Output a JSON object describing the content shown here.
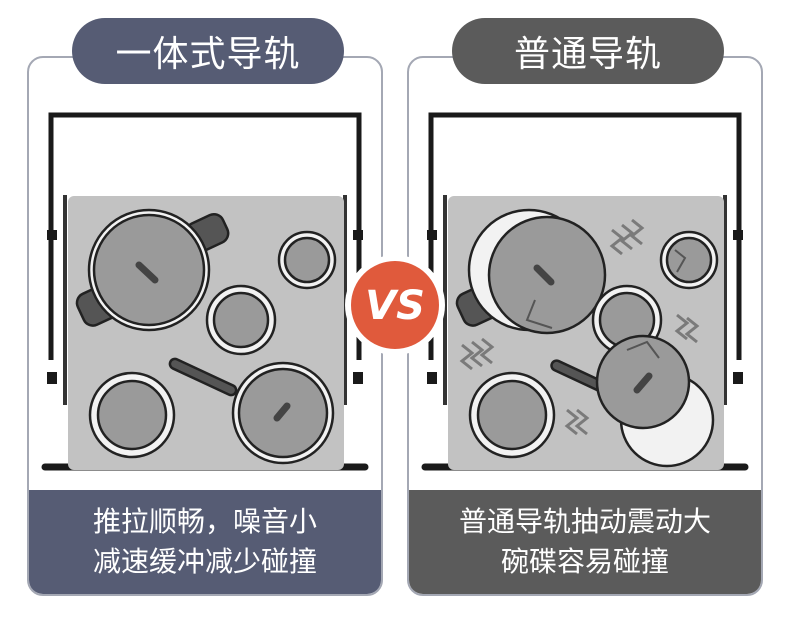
{
  "left": {
    "title": "一体式导轨",
    "caption_line1": "推拉顺畅，噪音小",
    "caption_line2": "减速缓冲减少碰撞",
    "color": "#565c74"
  },
  "right": {
    "title": "普通导轨",
    "caption_line1": "普通导轨抽动震动大",
    "caption_line2": "碗碟容易碰撞",
    "color": "#5b5b5b"
  },
  "badge": {
    "text": "VS",
    "color": "#e05a3c"
  }
}
